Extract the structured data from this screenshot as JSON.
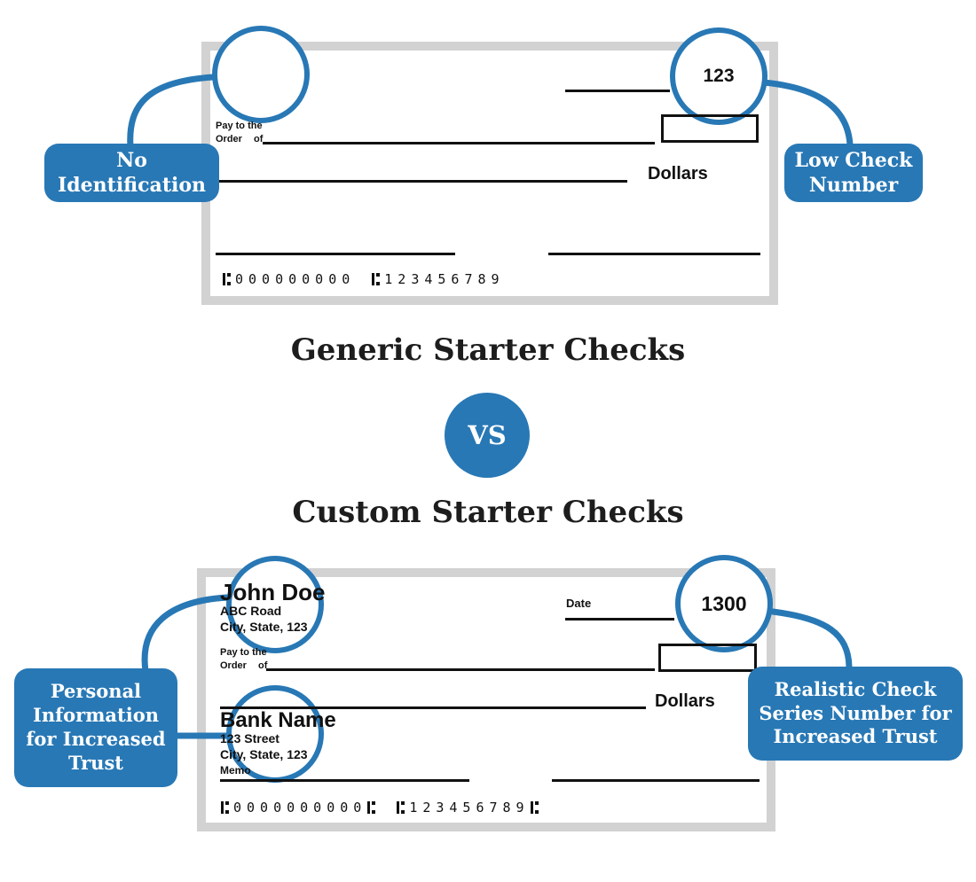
{
  "colors": {
    "accent": "#2878b5",
    "check_border": "#d2d2d2",
    "ink": "#111111"
  },
  "comparison": {
    "top_title": "Generic Starter Checks",
    "vs_label": "VS",
    "bottom_title": "Custom Starter Checks"
  },
  "generic_check": {
    "check_number": "123",
    "pay_line1": "Pay to the",
    "pay_line2": "Order of",
    "dollars_label": "Dollars",
    "micr_routing": "⑆000000000",
    "micr_account": "⑆123456789",
    "callout_left": {
      "lines": [
        "No",
        "Identification"
      ]
    },
    "callout_right": {
      "lines": [
        "Low Check",
        "Number"
      ]
    }
  },
  "custom_check": {
    "check_number": "1300",
    "payor_name": "John Doe",
    "payor_address1": "ABC Road",
    "payor_address2": "City, State, 123",
    "date_label": "Date",
    "pay_line1": "Pay to the",
    "pay_line2": "Order of",
    "dollars_label": "Dollars",
    "bank_name": "Bank Name",
    "bank_address1": "123 Street",
    "bank_address2": "City, State, 123",
    "memo_label": "Memo",
    "micr_routing": "⑆0000000000⑆",
    "micr_account": "⑆123456789⑆",
    "callout_left": {
      "lines": [
        "Personal",
        "Information",
        "for Increased",
        "Trust"
      ]
    },
    "callout_right": {
      "lines": [
        "Realistic Check",
        "Series Number for",
        "Increased Trust"
      ]
    }
  }
}
